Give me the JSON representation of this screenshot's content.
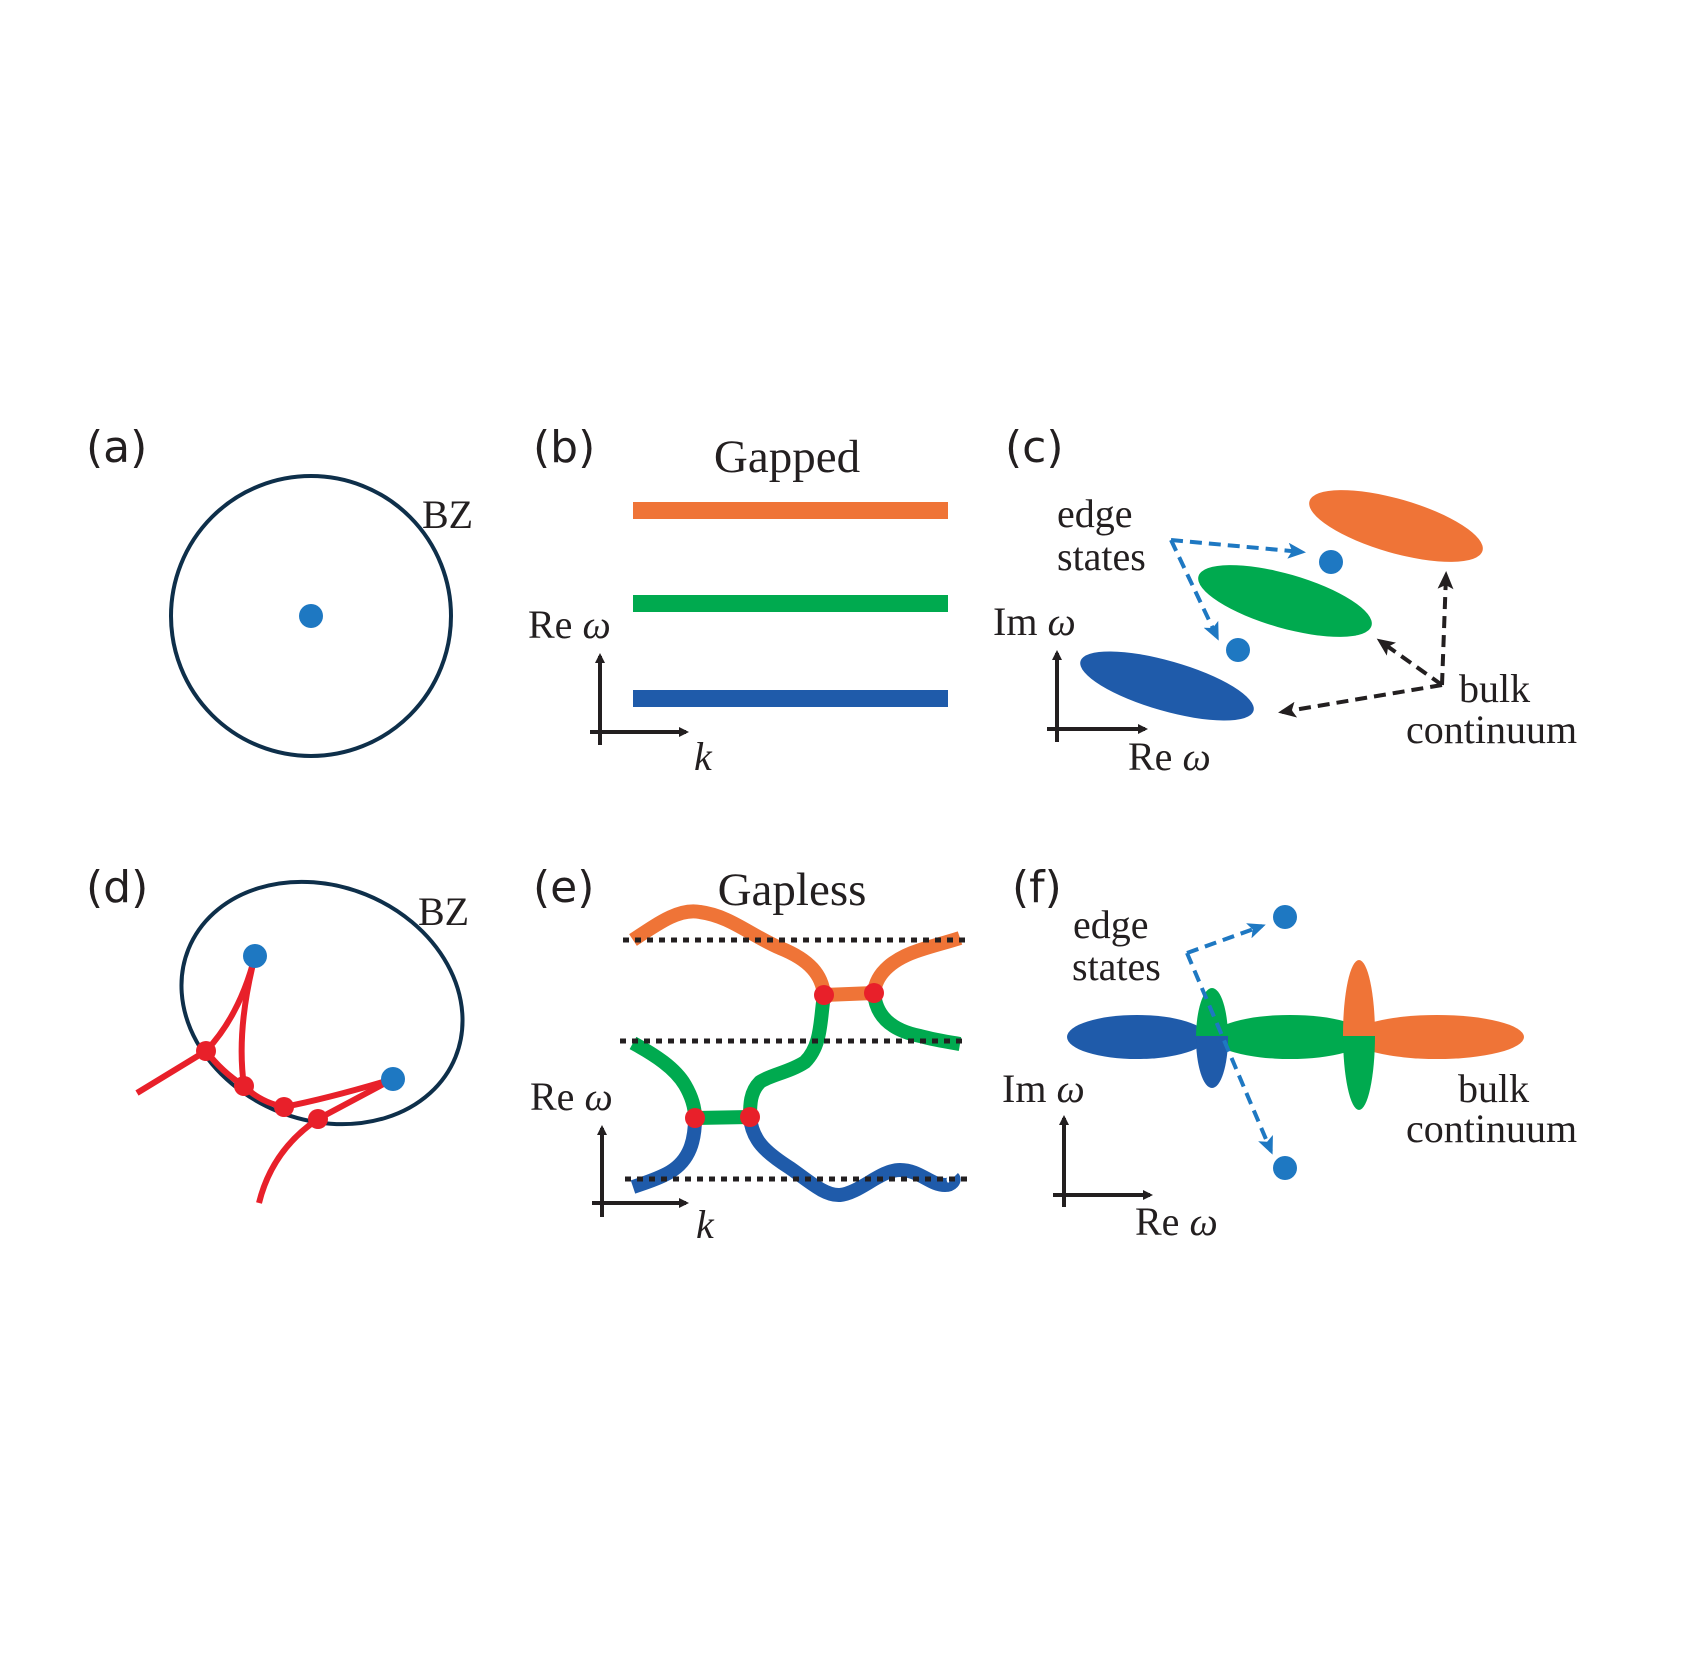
{
  "colors": {
    "orange": "#EF7437",
    "green": "#00AA4F",
    "band_blue": "#1F5BAA",
    "dot_blue": "#1E78C2",
    "red": "#E8202A",
    "navy": "#0E2F4A",
    "black": "#231F20"
  },
  "panels": {
    "a": {
      "label": "(a)",
      "bz": "BZ"
    },
    "b": {
      "label": "(b)",
      "title": "Gapped",
      "yaxis": "Re ",
      "yaxis_sym": "ω",
      "xaxis": "k"
    },
    "c": {
      "label": "(c)",
      "edge1": "edge",
      "edge2": "states",
      "yaxis": "Im ",
      "yaxis_sym": "ω",
      "xaxis": "Re ",
      "xaxis_sym": "ω",
      "bulk1": "bulk",
      "bulk2": "continuum"
    },
    "d": {
      "label": "(d)",
      "bz": "BZ"
    },
    "e": {
      "label": "(e)",
      "title": "Gapless",
      "yaxis": "Re ",
      "yaxis_sym": "ω",
      "xaxis": "k"
    },
    "f": {
      "label": "(f)",
      "edge1": "edge",
      "edge2": "states",
      "yaxis": "Im ",
      "yaxis_sym": "ω",
      "xaxis": "Re ",
      "xaxis_sym": "ω",
      "bulk1": "bulk",
      "bulk2": "continuum"
    }
  },
  "bands": {
    "gapped": [
      "orange",
      "green",
      "blue"
    ],
    "gapless": [
      "orange",
      "green",
      "blue"
    ]
  }
}
